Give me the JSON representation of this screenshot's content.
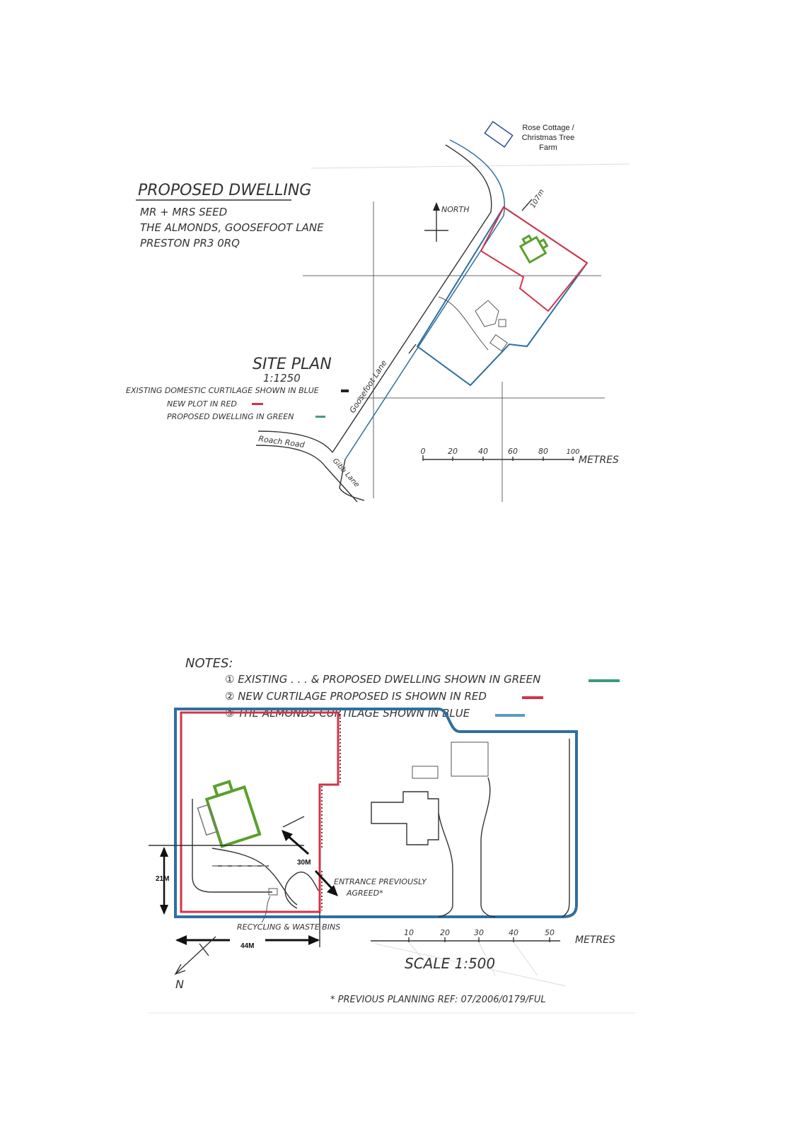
{
  "colors": {
    "blue": "#2f6f9f",
    "red": "#d2334a",
    "green": "#5aa02c",
    "ink": "#333333"
  },
  "site_plan": {
    "title": "PROPOSED DWELLING",
    "address": [
      "MR + MRS SEED",
      "THE ALMONDS, GOOSEFOOT LANE",
      "PRESTON PR3 0RQ"
    ],
    "neighbour": [
      "Rose Cottage /",
      "Christmas Tree",
      "Farm"
    ],
    "north_label": "NORTH",
    "distance_label": "107m",
    "heading": "SITE PLAN",
    "scale": "1:1250",
    "legend": [
      {
        "text": "EXISTING DOMESTIC CURTILAGE SHOWN IN BLUE",
        "color": "blue"
      },
      {
        "text": "NEW PLOT IN RED",
        "color": "red"
      },
      {
        "text": "PROPOSED DWELLING IN GREEN",
        "color": "green"
      }
    ],
    "roads": {
      "goosefoot": "Goosefoot Lane",
      "roach": "Roach Road",
      "gibb": "Gibb Lane"
    },
    "scale_bar": {
      "ticks": [
        "0",
        "20",
        "40",
        "60",
        "80",
        "100"
      ],
      "unit": "METRES"
    }
  },
  "detail_plan": {
    "notes_heading": "NOTES:",
    "notes": [
      {
        "text": "① EXISTING . . . & PROPOSED DWELLING SHOWN IN GREEN",
        "color": "green"
      },
      {
        "text": "② NEW CURTILAGE PROPOSED IS SHOWN IN RED",
        "color": "red"
      },
      {
        "text": "③ THE ALMONDS CURTILAGE SHOWN IN BLUE",
        "color": "blue"
      }
    ],
    "dim_30": "30M",
    "dim_21": "21M",
    "dim_44": "44M",
    "entrance": [
      "ENTRANCE PREVIOUSLY",
      "AGREED*"
    ],
    "bins": "RECYCLING & WASTE BINS",
    "north": "N",
    "scale_bar": {
      "ticks": [
        "10",
        "20",
        "30",
        "40",
        "50"
      ],
      "unit": "METRES"
    },
    "scale": "SCALE 1:500",
    "footnote": "* PREVIOUS PLANNING REF: 07/2006/0179/FUL"
  }
}
